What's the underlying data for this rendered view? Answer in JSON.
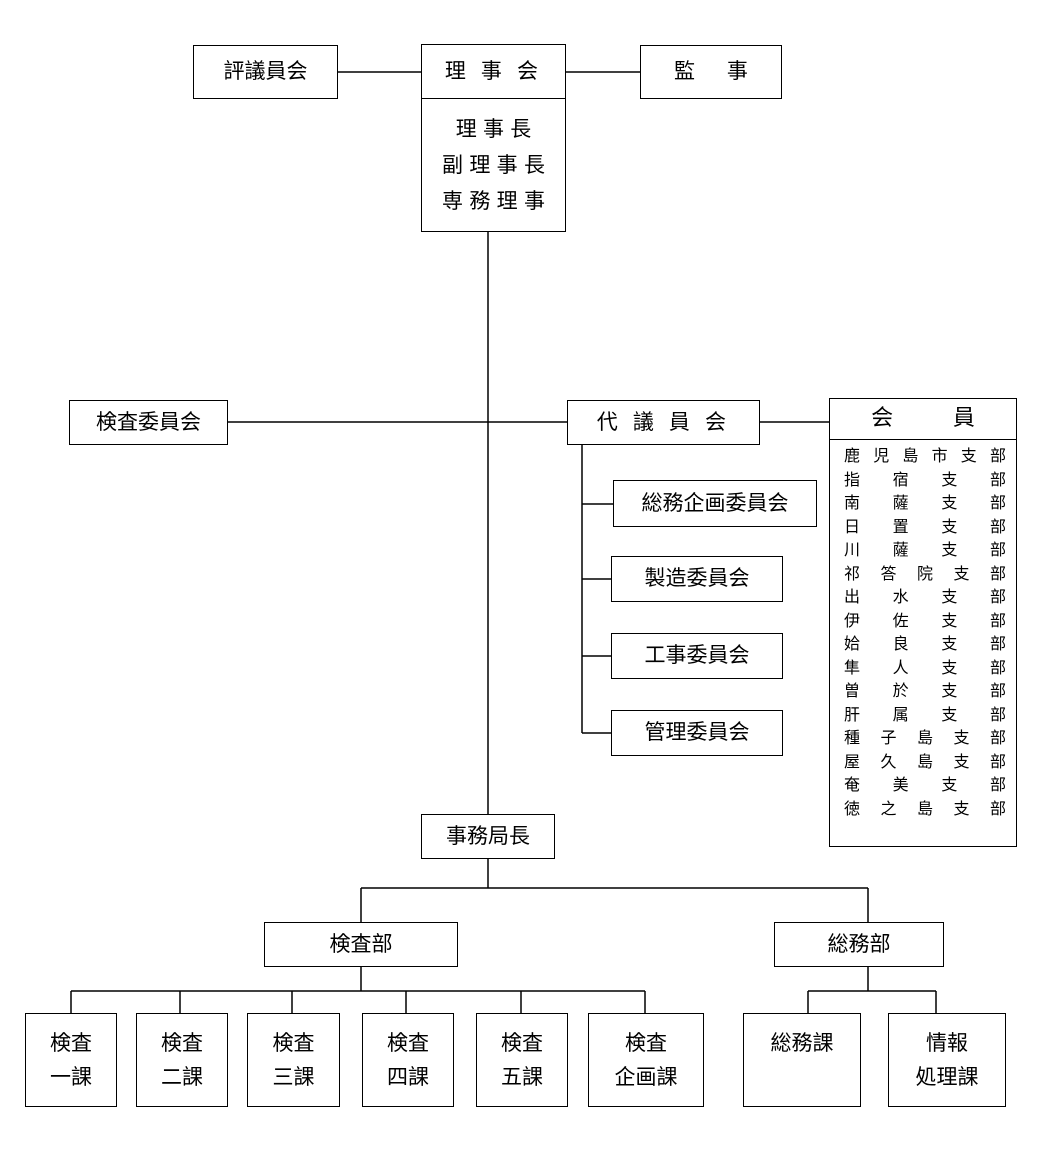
{
  "top": {
    "hyogiinkai": "評議員会",
    "rijikai": "理 事 会",
    "kanji": "監 事",
    "officers": [
      "理事長",
      "副理事長",
      "専務理事"
    ]
  },
  "middle": {
    "kensa_iinkai": "検査委員会",
    "daigiinkai": "代 議 員 会",
    "committees": [
      "総務企画委員会",
      "製造委員会",
      "工事委員会",
      "管理委員会"
    ]
  },
  "members": {
    "title": "会 員",
    "branches": [
      "鹿児島市支部",
      "指宿支部",
      "南薩支部",
      "日置支部",
      "川薩支部",
      "祁答院支部",
      "出水支部",
      "伊佐支部",
      "姶良支部",
      "隼人支部",
      "曽於支部",
      "肝属支部",
      "種子島支部",
      "屋久島支部",
      "奄美支部",
      "徳之島支部"
    ]
  },
  "secretariat": {
    "director": "事務局長"
  },
  "departments": {
    "kensabu": "検査部",
    "somubu": "総務部",
    "kensa_sections": [
      [
        "検査",
        "一課"
      ],
      [
        "検査",
        "二課"
      ],
      [
        "検査",
        "三課"
      ],
      [
        "検査",
        "四課"
      ],
      [
        "検査",
        "五課"
      ],
      [
        "検査",
        "企画課"
      ]
    ],
    "somu_sections": [
      [
        "総務課"
      ],
      [
        "情報",
        "処理課"
      ]
    ]
  }
}
